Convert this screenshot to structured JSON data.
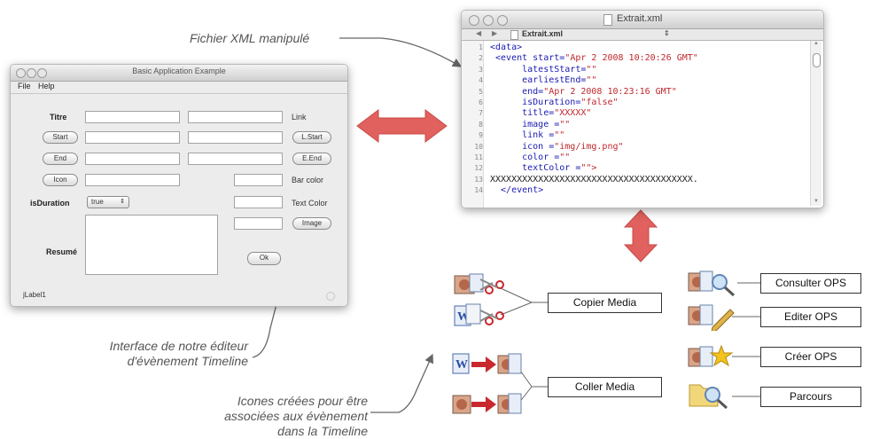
{
  "captions": {
    "xml_file": "Fichier XML manipulé",
    "interface_line1": "Interface de notre éditeur",
    "interface_line2": "d'évènement Timeline",
    "icons_line1": "Icones créées pour être",
    "icons_line2": "associées aux évènement",
    "icons_line3": "dans la Timeline"
  },
  "app_window": {
    "title": "Basic Application Example",
    "menu": [
      "File",
      "Help"
    ],
    "labels": {
      "titre": "Titre",
      "link": "Link",
      "bar_color": "Bar color",
      "is_duration": "isDuration",
      "text_color": "Text Color",
      "resume": "Resumé",
      "status": "jLabel1"
    },
    "buttons": {
      "start": "Start",
      "end": "End",
      "icon": "Icon",
      "l_start": "L.Start",
      "e_end": "E.End",
      "image": "Image",
      "ok": "Ok"
    },
    "is_duration_value": "true"
  },
  "xml_window": {
    "title": "Extrait.xml",
    "tab_label": "Extrait.xml",
    "lines": [
      {
        "n": "1",
        "parts": [
          {
            "t": "<data>",
            "c": "tag"
          }
        ]
      },
      {
        "n": "2",
        "parts": [
          {
            "t": " <event start=",
            "c": "tag"
          },
          {
            "t": "\"Apr 2 2008 10:20:26 GMT\"",
            "c": "str"
          }
        ]
      },
      {
        "n": "3",
        "parts": [
          {
            "t": "      latestStart=",
            "c": "tag"
          },
          {
            "t": "\"\"",
            "c": "str"
          }
        ]
      },
      {
        "n": "4",
        "parts": [
          {
            "t": "      earliestEnd=",
            "c": "tag"
          },
          {
            "t": "\"\"",
            "c": "str"
          }
        ]
      },
      {
        "n": "5",
        "parts": [
          {
            "t": "      end=",
            "c": "tag"
          },
          {
            "t": "\"Apr 2 2008 10:23:16 GMT\"",
            "c": "str"
          }
        ]
      },
      {
        "n": "6",
        "parts": [
          {
            "t": "      isDuration=",
            "c": "tag"
          },
          {
            "t": "\"false\"",
            "c": "str"
          }
        ]
      },
      {
        "n": "7",
        "parts": [
          {
            "t": "      title=",
            "c": "tag"
          },
          {
            "t": "\"XXXXX\"",
            "c": "str"
          }
        ]
      },
      {
        "n": "8",
        "parts": [
          {
            "t": "      image =",
            "c": "tag"
          },
          {
            "t": "\"\"",
            "c": "str"
          }
        ]
      },
      {
        "n": "9",
        "parts": [
          {
            "t": "      link =",
            "c": "tag"
          },
          {
            "t": "\"\"",
            "c": "str"
          }
        ]
      },
      {
        "n": "10",
        "parts": [
          {
            "t": "      icon =",
            "c": "tag"
          },
          {
            "t": "\"img/img.png\"",
            "c": "str"
          }
        ]
      },
      {
        "n": "11",
        "parts": [
          {
            "t": "      color =",
            "c": "tag"
          },
          {
            "t": "\"\"",
            "c": "str"
          }
        ]
      },
      {
        "n": "12",
        "parts": [
          {
            "t": "      textColor =",
            "c": "tag"
          },
          {
            "t": "\"\">",
            "c": "str"
          }
        ]
      },
      {
        "n": "13",
        "parts": [
          {
            "t": "XXXXXXXXXXXXXXXXXXXXXXXXXXXXXXXXXXXXXX.",
            "c": "plain"
          }
        ]
      },
      {
        "n": "14",
        "parts": [
          {
            "t": "  </event>",
            "c": "tag"
          }
        ]
      }
    ]
  },
  "media_boxes": {
    "copier": "Copier Media",
    "coller": "Coller Media"
  },
  "ops_boxes": {
    "consulter": "Consulter OPS",
    "editer": "Editer OPS",
    "creer": "Créer OPS",
    "parcours": "Parcours"
  },
  "colors": {
    "arrow_red": "#e0615d",
    "caption_gray": "#555555",
    "xml_tag": "#1b1bb4",
    "xml_string": "#c0282e"
  }
}
